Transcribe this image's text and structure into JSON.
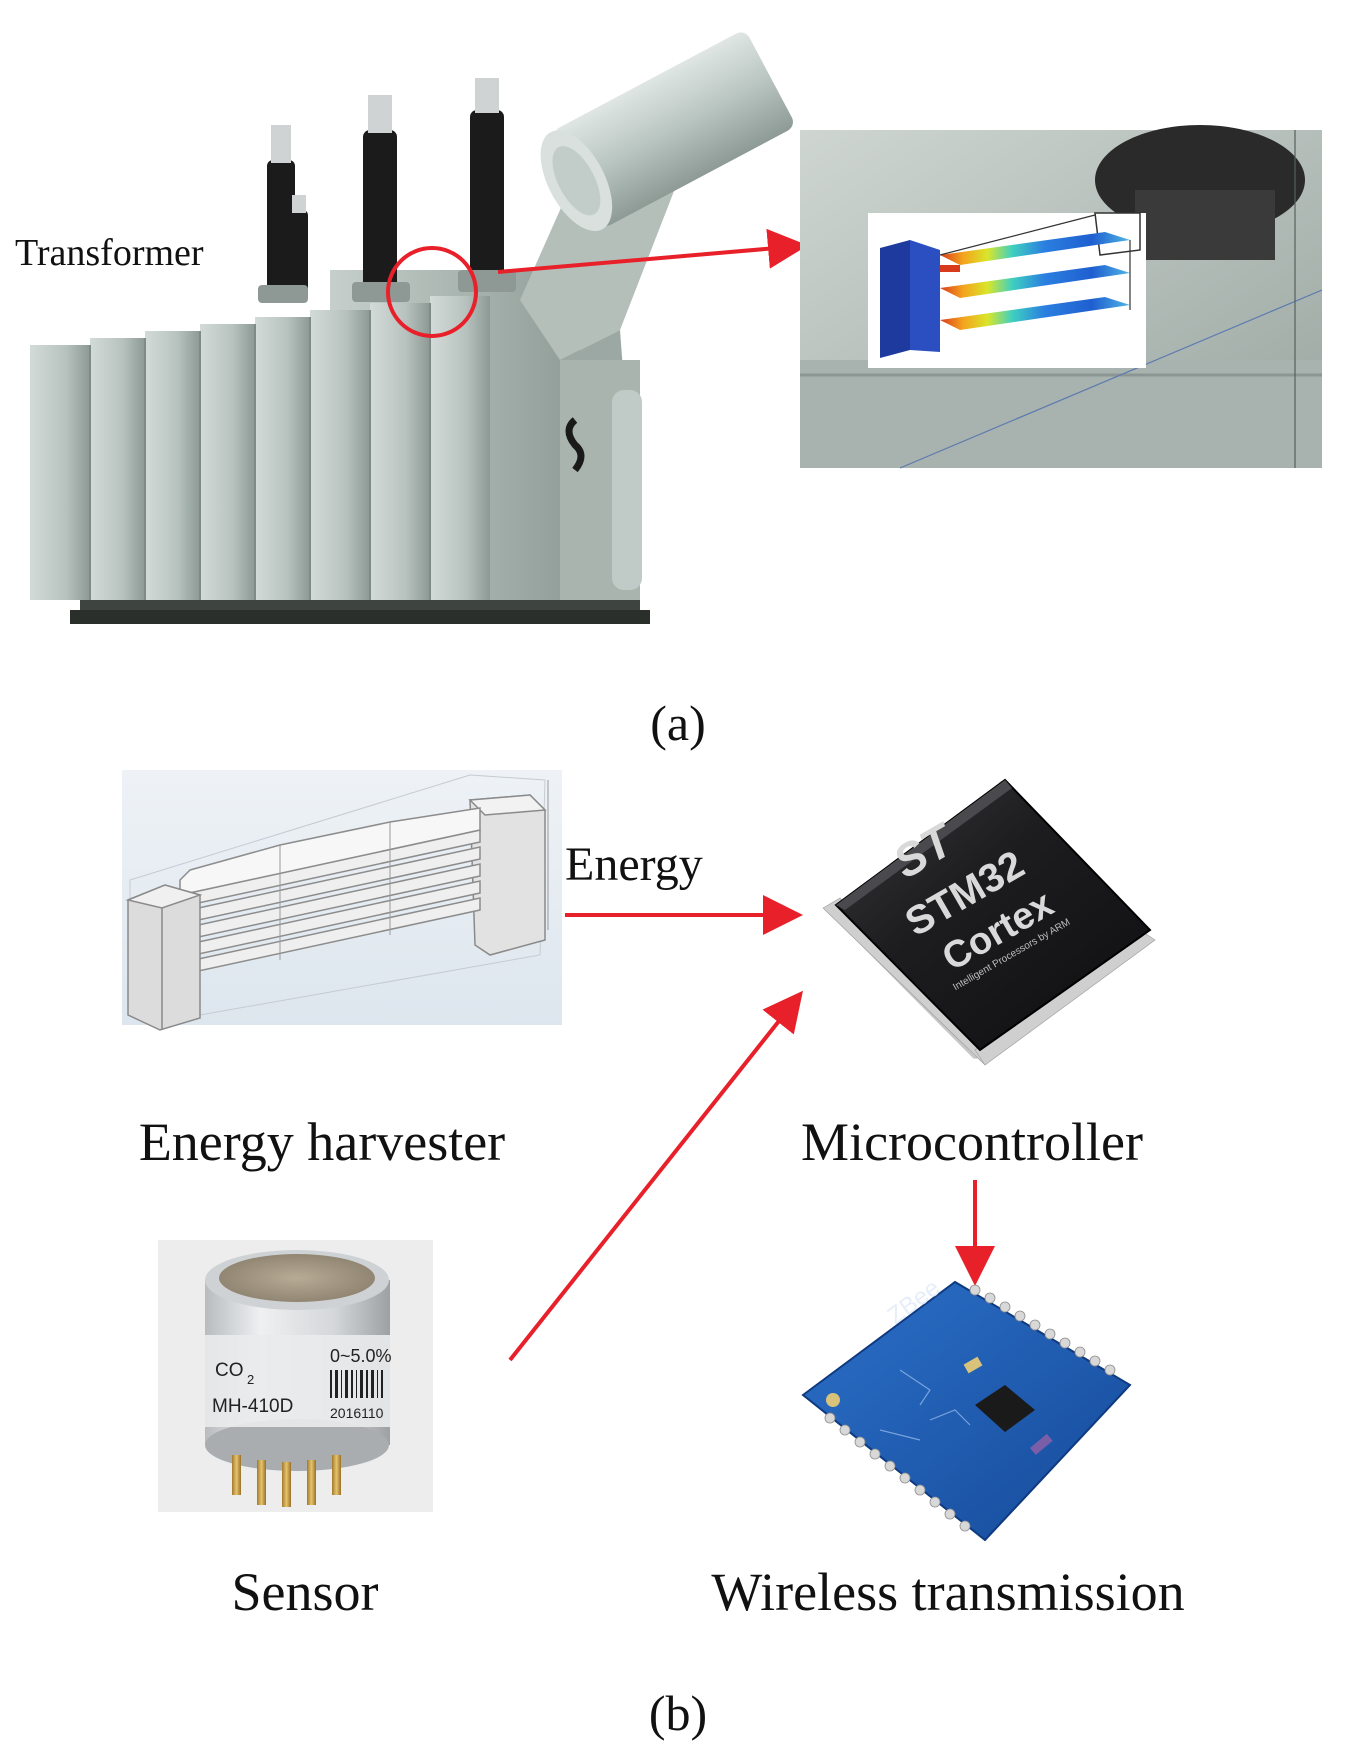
{
  "panel_a": {
    "caption": "(a)",
    "transformer_label": "Transformer"
  },
  "panel_b": {
    "caption": "(b)",
    "energy_label": "Energy",
    "energy_harvester_label": "Energy harvester",
    "microcontroller_label": "Microcontroller",
    "sensor_label": "Sensor",
    "wireless_label": "Wireless transmission",
    "chip": {
      "brand": "ST",
      "model": "STM32",
      "core": "Cortex",
      "core_subtitle": "Intelligent Processors by ARM"
    },
    "sensor_device": {
      "gas": "CO",
      "gas_subscript": "2",
      "model": "MH-410D",
      "range": "0~5.0%",
      "serial": "2016110"
    },
    "zigbee_module": {
      "brand": "ZBee"
    }
  },
  "colors": {
    "arrow": "#e8202a",
    "transformer_body": "#aeb9b4",
    "bushing": "#1b1b1b",
    "chip_body": "#1c1c1e",
    "pcb_blue": "#1f5fb8"
  }
}
